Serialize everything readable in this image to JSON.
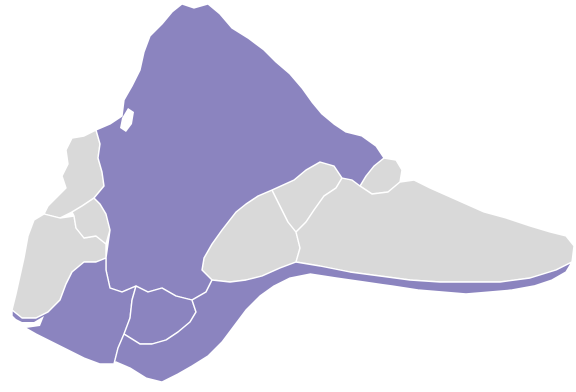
{
  "map": {
    "colors": {
      "background": "#ffffff",
      "highlighted": "#8b84bf",
      "other": "#d9d9d9",
      "water": "#ffffff",
      "border": "#ffffff"
    },
    "regions": [
      {
        "id": "region-main-north",
        "highlighted": true
      },
      {
        "id": "region-south-west",
        "highlighted": true
      },
      {
        "id": "region-south-center",
        "highlighted": true
      },
      {
        "id": "region-south-coast",
        "highlighted": true
      },
      {
        "id": "region-west-upper",
        "highlighted": false
      },
      {
        "id": "region-west-lower",
        "highlighted": false
      },
      {
        "id": "region-west-small",
        "highlighted": false
      },
      {
        "id": "region-central",
        "highlighted": false
      },
      {
        "id": "region-north-east-small",
        "highlighted": false
      },
      {
        "id": "region-north-east-knob",
        "highlighted": false
      },
      {
        "id": "region-east",
        "highlighted": false
      }
    ]
  }
}
